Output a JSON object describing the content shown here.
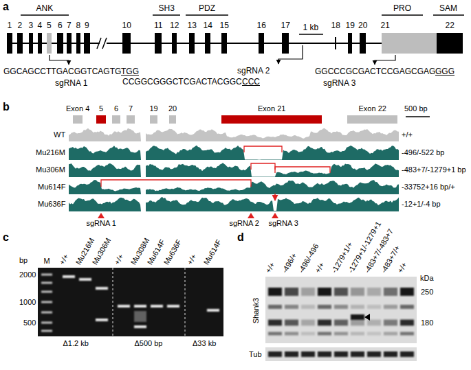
{
  "diagram": {
    "labels": [
      "a",
      "ANK",
      "SH3",
      "PDZ",
      "PRO",
      "SAM",
      "1",
      "2",
      "3",
      "4",
      "5",
      "6",
      "7",
      "8",
      "9",
      "10",
      "11",
      "12",
      "13",
      "14",
      "15",
      "16",
      "17",
      "18",
      "19",
      "20",
      "21",
      "22",
      "1 kb",
      "GGCAGCCTTGACGGTCAGTG",
      "TGG",
      "sgRNA 1",
      "sgRNA 2",
      "CCGGCGGGCTCGACTACGGC",
      "CCC",
      "GGCCCGCGACTCCGAGCGAG",
      "GGG",
      "sgRNA 3",
      "b",
      "Exon 4",
      "5",
      "6",
      "7",
      "19",
      "20",
      "Exon 21",
      "Exon 22",
      "500 bp",
      "WT",
      "+/+",
      "Mu216M",
      "-496/-522 bp",
      "Mu306M",
      "-483+7/-1279+1 bp",
      "Mu614F",
      "-33752+16 bp/+",
      "Mu636F",
      "-12+1/-4 bp",
      "sgRNA 1",
      "sgRNA 2",
      "sgRNA 3",
      "c",
      "bp",
      "2000",
      "1000",
      "500",
      "M",
      "+/+",
      "Mu216M",
      "Mu306M",
      "+/+",
      "Mu308M",
      "Mu614F",
      "Mu636F",
      "+/+",
      "Mu614F",
      "Δ1.2 kb",
      "Δ500 bp",
      "Δ33 kb",
      "d",
      "+/+",
      "-496/+",
      "-496/-496",
      "+/+",
      "-1279+1/+",
      "-1279+1/-1279+1",
      "-483+7/-483+7",
      "-483+7/+",
      "+/+",
      "Shank3",
      "kDa",
      "250",
      "180",
      "Tub"
    ]
  }
}
